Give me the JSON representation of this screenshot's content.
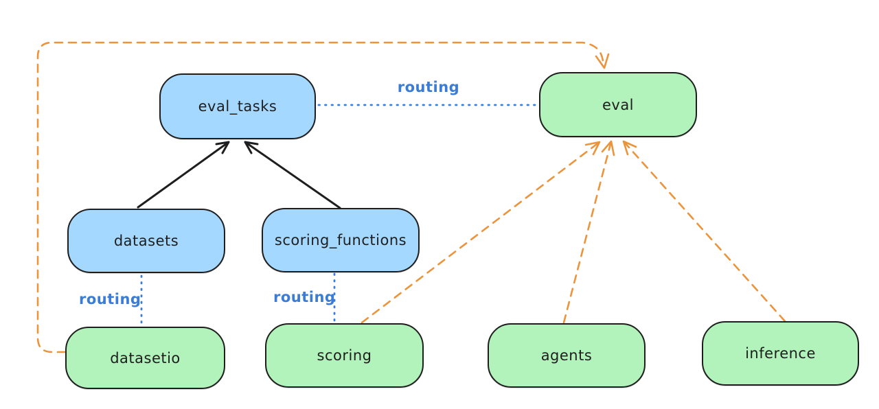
{
  "diagram": {
    "nodes": [
      {
        "id": "eval_tasks",
        "label": "eval_tasks",
        "fill": "#a5d8ff"
      },
      {
        "id": "eval",
        "label": "eval",
        "fill": "#b2f2bb"
      },
      {
        "id": "datasets",
        "label": "datasets",
        "fill": "#a5d8ff"
      },
      {
        "id": "scoring_functions",
        "label": "scoring_functions",
        "fill": "#a5d8ff"
      },
      {
        "id": "datasetio",
        "label": "datasetio",
        "fill": "#b2f2bb"
      },
      {
        "id": "scoring",
        "label": "scoring",
        "fill": "#b2f2bb"
      },
      {
        "id": "agents",
        "label": "agents",
        "fill": "#b2f2bb"
      },
      {
        "id": "inference",
        "label": "inference",
        "fill": "#b2f2bb"
      }
    ],
    "edges": [
      {
        "from": "datasets",
        "to": "eval_tasks",
        "style": "solid",
        "color": "#1e1e1e"
      },
      {
        "from": "scoring_functions",
        "to": "eval_tasks",
        "style": "solid",
        "color": "#1e1e1e"
      },
      {
        "from": "eval_tasks",
        "to": "eval",
        "style": "dotted",
        "color": "#3b7cd6",
        "label": "routing"
      },
      {
        "from": "datasets",
        "to": "datasetio",
        "style": "dotted",
        "color": "#3b7cd6",
        "label": "routing"
      },
      {
        "from": "scoring_functions",
        "to": "scoring",
        "style": "dotted",
        "color": "#3b7cd6",
        "label": "routing"
      },
      {
        "from": "scoring",
        "to": "eval",
        "style": "dashed",
        "color": "#eb943b"
      },
      {
        "from": "agents",
        "to": "eval",
        "style": "dashed",
        "color": "#eb943b"
      },
      {
        "from": "inference",
        "to": "eval",
        "style": "dashed",
        "color": "#eb943b"
      },
      {
        "from": "datasetio",
        "to": "eval",
        "style": "dashed",
        "color": "#eb943b"
      }
    ],
    "colors": {
      "background": "#ffffff",
      "node_stroke": "#1e1e1e",
      "box_blue": "#a5d8ff",
      "box_green": "#b2f2bb",
      "routing_blue": "#3b7cd6",
      "dashed_orange": "#eb943b",
      "solid_black": "#1e1e1e"
    }
  }
}
